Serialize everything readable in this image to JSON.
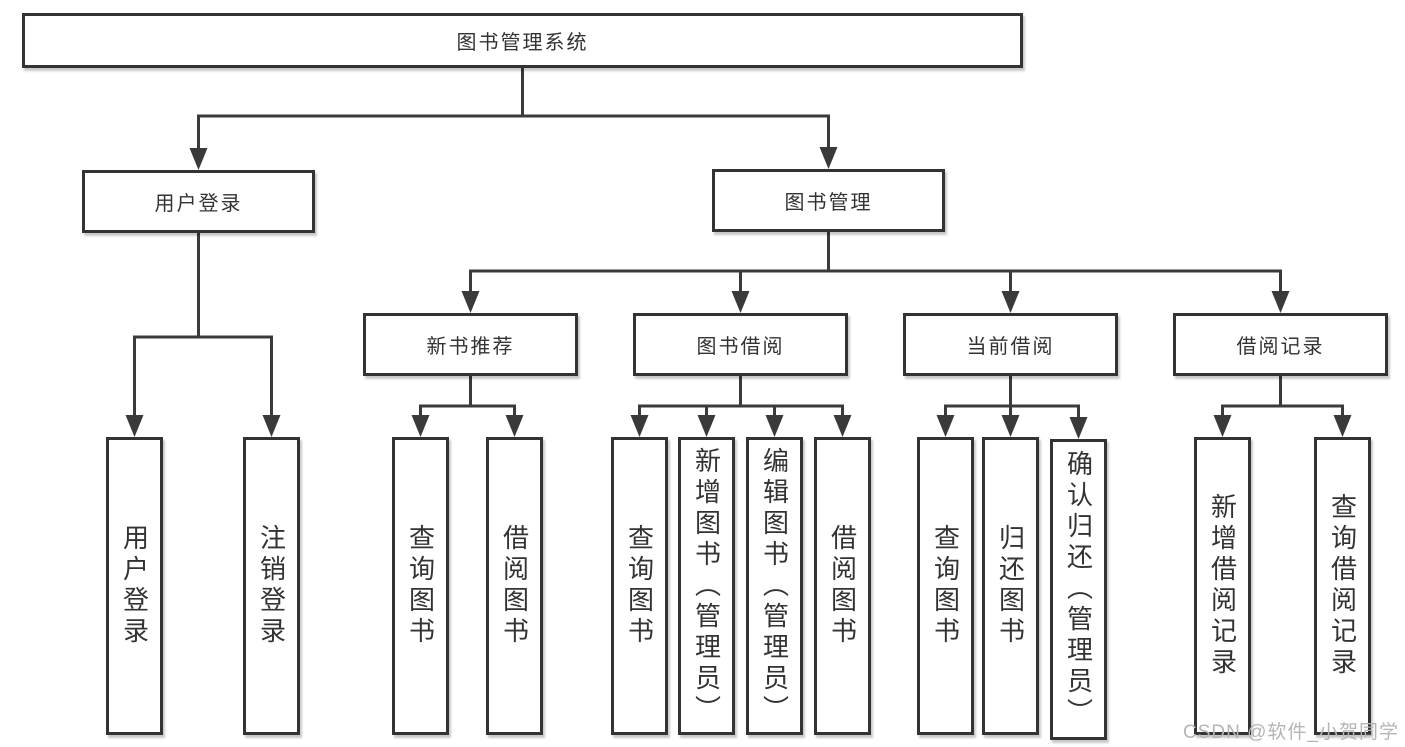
{
  "diagram_title": "图书管理系统",
  "nodes": [
    {
      "id": "root",
      "label": "图书管理系统"
    },
    {
      "id": "login",
      "label": "用户登录"
    },
    {
      "id": "mgmt",
      "label": "图书管理"
    },
    {
      "id": "recommend",
      "label": "新书推荐"
    },
    {
      "id": "borrowing",
      "label": "图书借阅"
    },
    {
      "id": "current",
      "label": "当前借阅"
    },
    {
      "id": "records",
      "label": "借阅记录"
    },
    {
      "id": "login-user",
      "label": "用户登录"
    },
    {
      "id": "login-logout",
      "label": "注销登录"
    },
    {
      "id": "rec-query",
      "label": "查询图书"
    },
    {
      "id": "rec-borrow",
      "label": "借阅图书"
    },
    {
      "id": "bor-query",
      "label": "查询图书"
    },
    {
      "id": "bor-add",
      "label": "新增图书（管理员）"
    },
    {
      "id": "bor-edit",
      "label": "编辑图书（管理员）"
    },
    {
      "id": "bor-lend",
      "label": "借阅图书"
    },
    {
      "id": "cur-query",
      "label": "查询图书"
    },
    {
      "id": "cur-return",
      "label": "归还图书"
    },
    {
      "id": "cur-confirm",
      "label": "确认归还（管理员）"
    },
    {
      "id": "recs-add",
      "label": "新增借阅记录"
    },
    {
      "id": "recs-query",
      "label": "查询借阅记录"
    }
  ],
  "hierarchy": [
    {
      "parent": "root",
      "children": [
        "login",
        "mgmt"
      ]
    },
    {
      "parent": "login",
      "children": [
        "login-user",
        "login-logout"
      ]
    },
    {
      "parent": "mgmt",
      "children": [
        "recommend",
        "borrowing",
        "current",
        "records"
      ]
    },
    {
      "parent": "recommend",
      "children": [
        "rec-query",
        "rec-borrow"
      ]
    },
    {
      "parent": "borrowing",
      "children": [
        "bor-query",
        "bor-add",
        "bor-edit",
        "bor-lend"
      ]
    },
    {
      "parent": "current",
      "children": [
        "cur-query",
        "cur-return",
        "cur-confirm"
      ]
    },
    {
      "parent": "records",
      "children": [
        "recs-add",
        "recs-query"
      ]
    }
  ],
  "colors": {
    "line": "#3a3a3a",
    "box_border": "#333333",
    "text": "#333333",
    "watermark": "#b5b5b5"
  },
  "watermark": "CSDN @软件_小贺同学"
}
